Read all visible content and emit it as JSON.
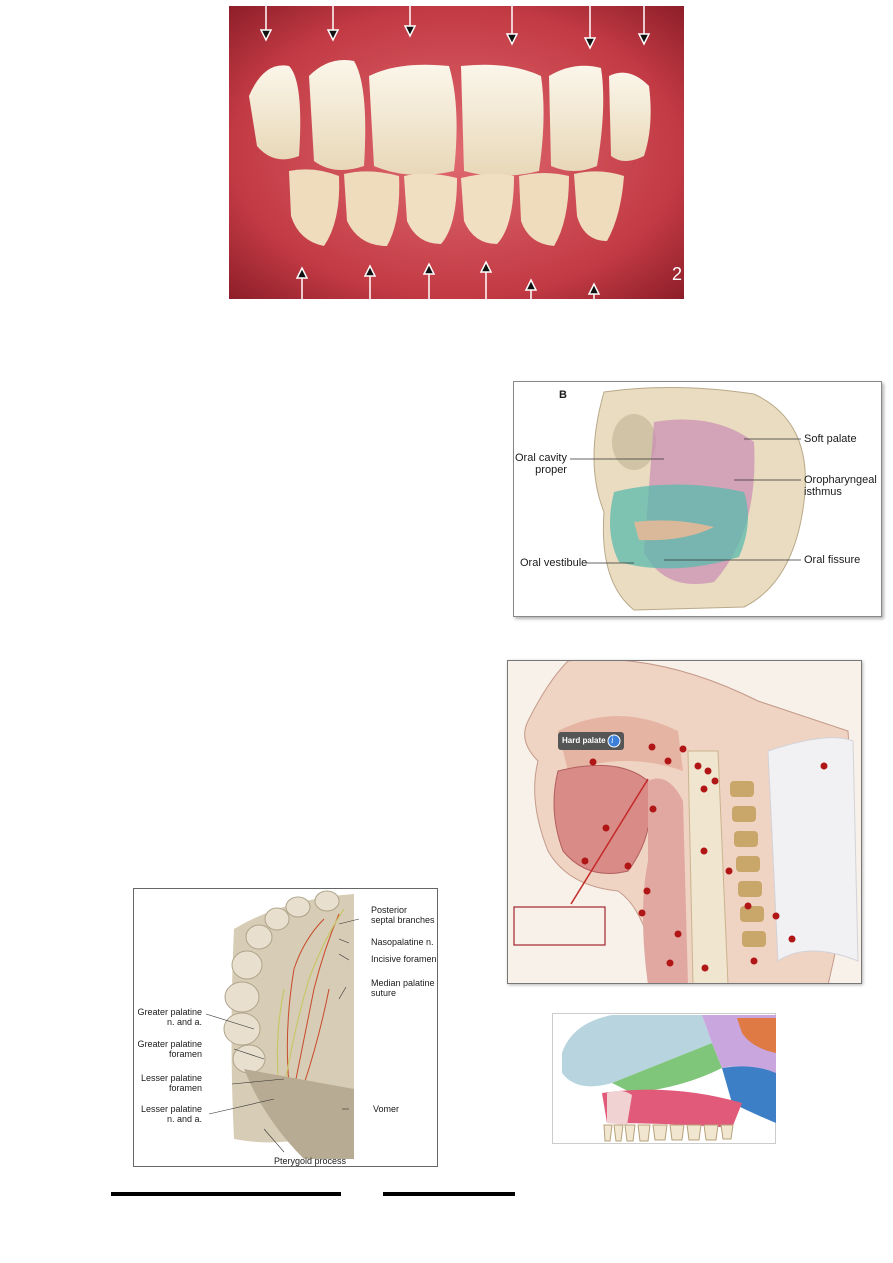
{
  "figures": {
    "teeth_photo": {
      "corner_mark": "2"
    },
    "oral_cavity": {
      "panel_letter": "B",
      "labels": {
        "oral_cavity_proper": "Oral cavity\nproper",
        "soft_palate": "Soft palate",
        "oropharyngeal_isthmus": "Oropharyngeal\nisthmus",
        "oral_vestibule": "Oral vestibule",
        "oral_fissure": "Oral fissure"
      }
    },
    "sagittal_head": {
      "tooltip": "Hard palate",
      "info_icon": "info-icon"
    },
    "palate_nerves": {
      "labels": {
        "posterior_septal": "Posterior\nseptal branches",
        "nasopalatine": "Nasopalatine n.",
        "incisive_foramen": "Incisive foramen",
        "median_palatine": "Median palatine\nsuture",
        "greater_palatine_na": "Greater palatine\nn. and a.",
        "greater_palatine_foramen": "Greater palatine\nforamen",
        "lesser_palatine_foramen": "Lesser palatine\nforamen",
        "lesser_palatine_na": "Lesser palatine\nn. and a.",
        "vomer": "Vomer",
        "pterygoid": "Pterygoid process"
      }
    }
  },
  "colors": {
    "gum": "#c8414a",
    "tooth": "#f1e3c8",
    "bone": "#e9dcc0",
    "teal_teeth": "#59b9ae",
    "pink_cavity": "#c98ab3",
    "marker": "#b01616",
    "annotation_box": "#a3262e"
  }
}
